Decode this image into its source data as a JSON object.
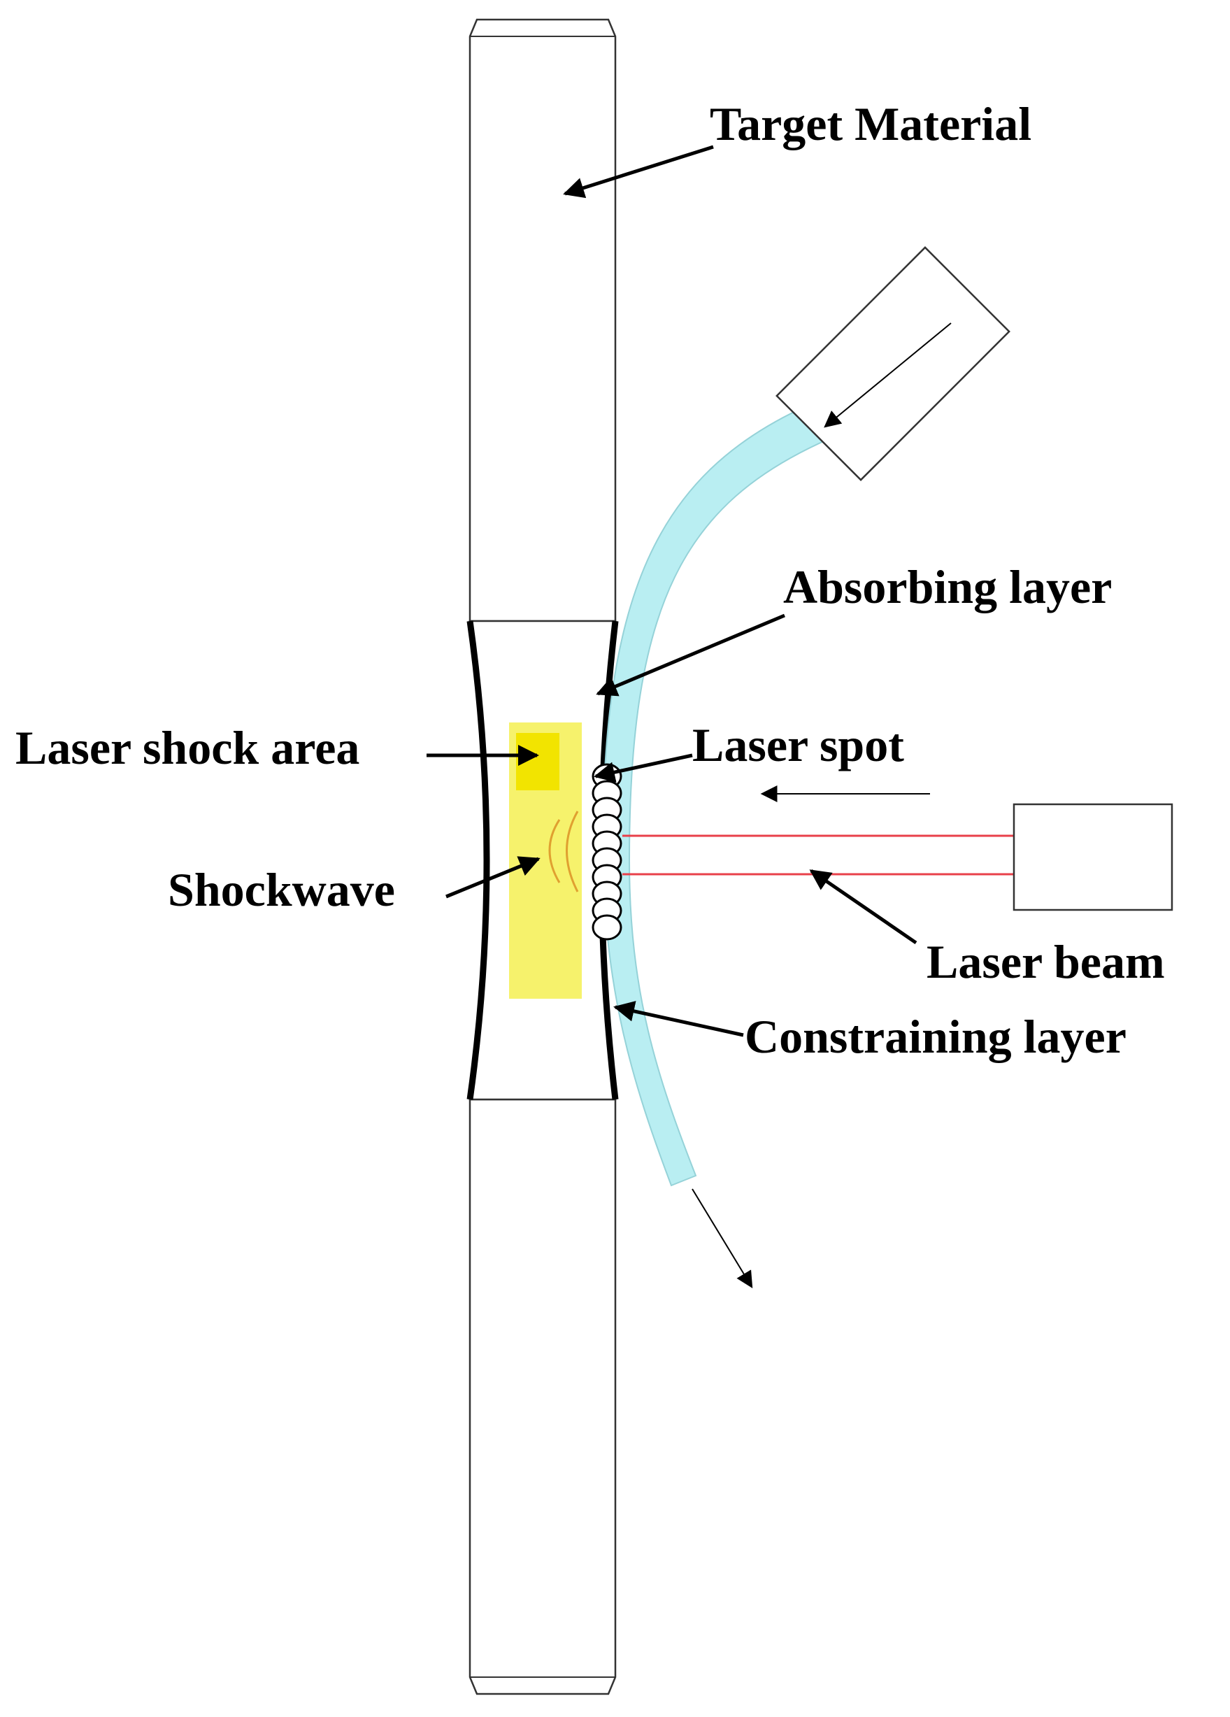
{
  "labels": {
    "target_material": "Target Material",
    "absorbing_layer": "Absorbing layer",
    "laser_shock_area": "Laser shock area",
    "laser_spot": "Laser spot",
    "shockwave": "Shockwave",
    "laser_beam": "Laser beam",
    "constraining_layer": "Constraining layer"
  },
  "colors": {
    "shock_area": "#f6f26c",
    "shock_area_highlight": "#f2e400",
    "constraining_layer": "#b9eef2",
    "laser_beam": "#e8404a",
    "shockwave": "#e0a030"
  }
}
